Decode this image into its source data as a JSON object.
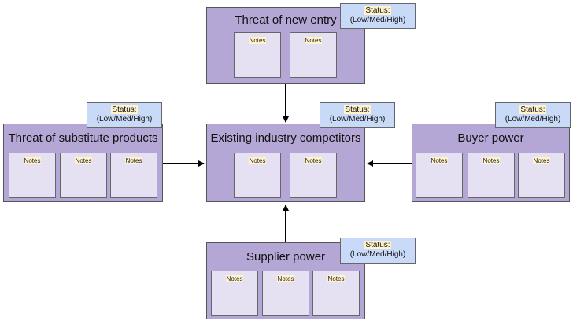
{
  "colors": {
    "box_fill": "#b4a7d6",
    "note_fill": "#e6e1f2",
    "status_fill": "#c9daf8",
    "highlight": "#fff2cc"
  },
  "forces": {
    "top": {
      "title": "Threat of new entry",
      "status_label": "Status:",
      "status_value": "(Low/Med/High)",
      "notes": [
        "Notes",
        "Notes"
      ]
    },
    "left": {
      "title": "Threat of substitute products",
      "status_label": "Status:",
      "status_value": "(Low/Med/High)",
      "notes": [
        "Notes",
        "Notes",
        "Notes"
      ]
    },
    "center": {
      "title": "Existing industry competitors",
      "status_label": "Status:",
      "status_value": "(Low/Med/High)",
      "notes": [
        "Notes",
        "Notes"
      ]
    },
    "right": {
      "title": "Buyer power",
      "status_label": "Status:",
      "status_value": "(Low/Med/High)",
      "notes": [
        "Notes",
        "Notes",
        "Notes"
      ]
    },
    "bottom": {
      "title": "Supplier power",
      "status_label": "Status:",
      "status_value": "(Low/Med/High)",
      "notes": [
        "Notes",
        "Notes",
        "Notes"
      ]
    }
  }
}
